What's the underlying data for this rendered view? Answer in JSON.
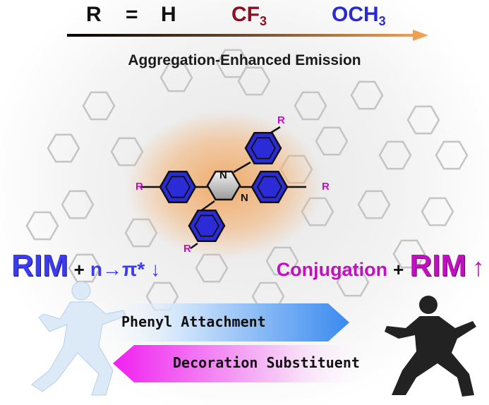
{
  "header": {
    "r_label": "R",
    "equals": "=",
    "h": "H",
    "cf3_main": "CF",
    "cf3_sub": "3",
    "och3_main": "OCH",
    "och3_sub": "3",
    "title": "Aggregation-Enhanced Emission"
  },
  "molecule": {
    "substituent": "R",
    "nitrogen": "N"
  },
  "left_mechanism": {
    "rim": "RIM",
    "plus": "+",
    "transition": "n→π*",
    "trend": "↓"
  },
  "right_mechanism": {
    "conjugation": "Conjugation",
    "plus": "+",
    "rim": "RIM",
    "trend": "↑"
  },
  "arrows": {
    "forward": "Phenyl Attachment",
    "backward": "Decoration Substituent"
  },
  "colors": {
    "cf3": "#8b1020",
    "och3": "#2a2ad0",
    "rim_blue": "#3b3bf0",
    "magenta": "#c010c0",
    "ring_blue": "#2b2bd8",
    "glow": "#f0a050"
  }
}
